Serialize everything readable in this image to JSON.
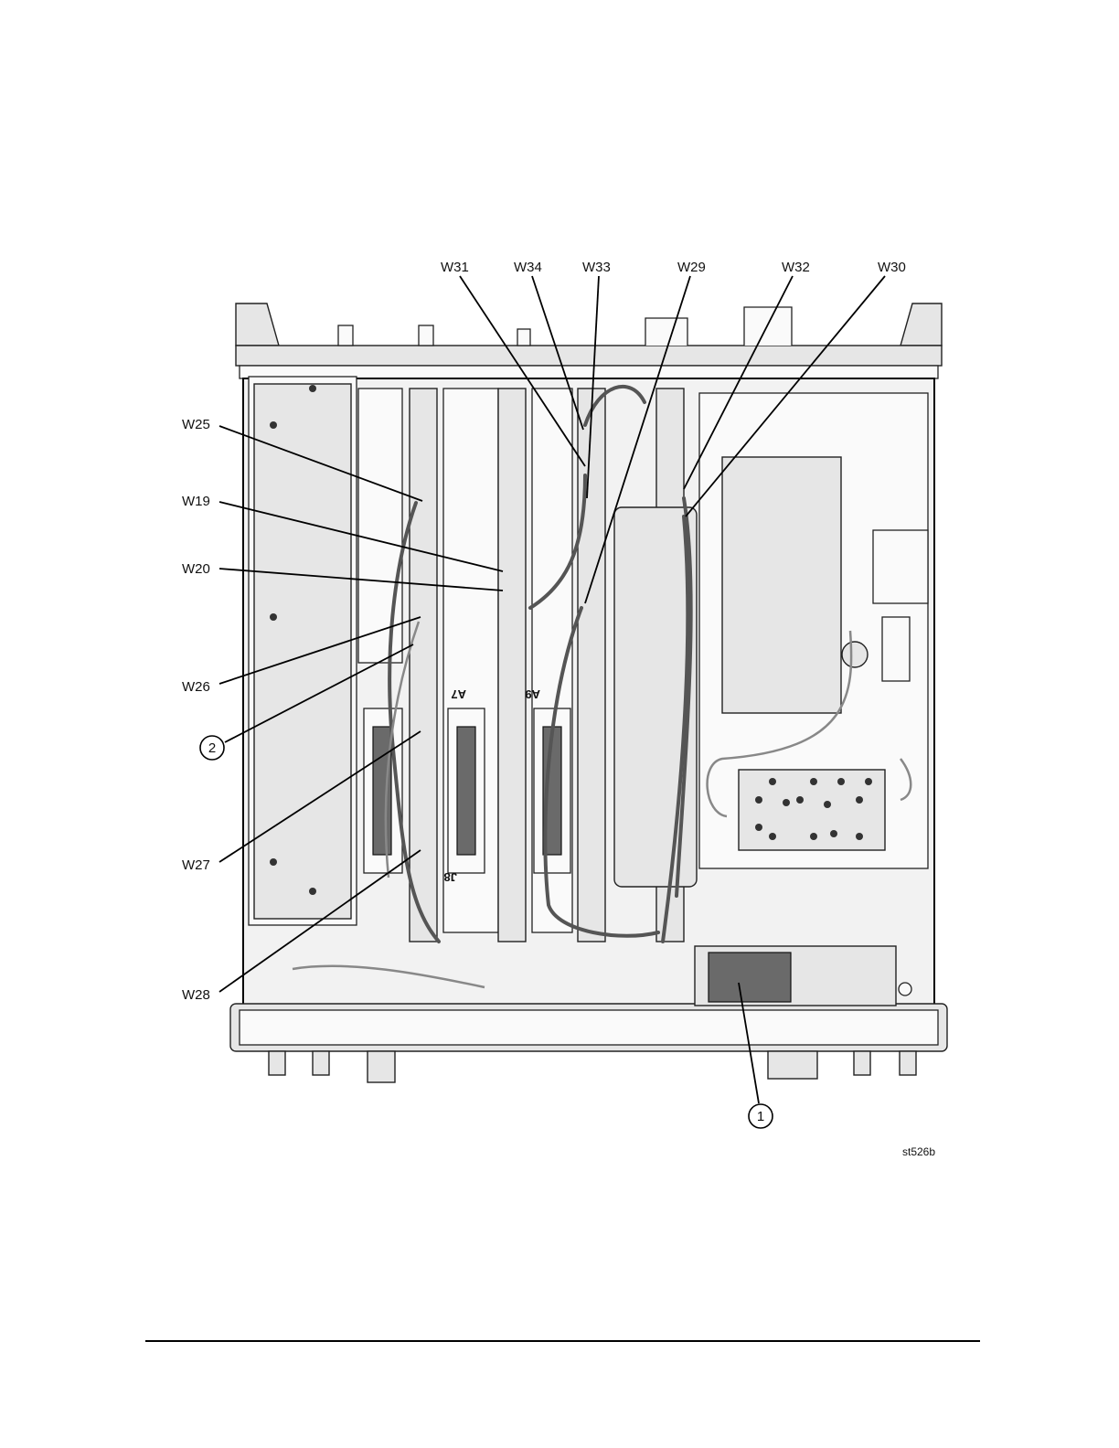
{
  "figure": {
    "image_id": "st526b",
    "callout_numbers": [
      "1",
      "2"
    ],
    "top_labels": [
      "W31",
      "W34",
      "W33",
      "W29",
      "W32",
      "W30"
    ],
    "left_labels": [
      "W25",
      "W19",
      "W20",
      "W26",
      "W27",
      "W28"
    ],
    "board_labels": [
      "A7",
      "A9",
      "J8"
    ]
  }
}
